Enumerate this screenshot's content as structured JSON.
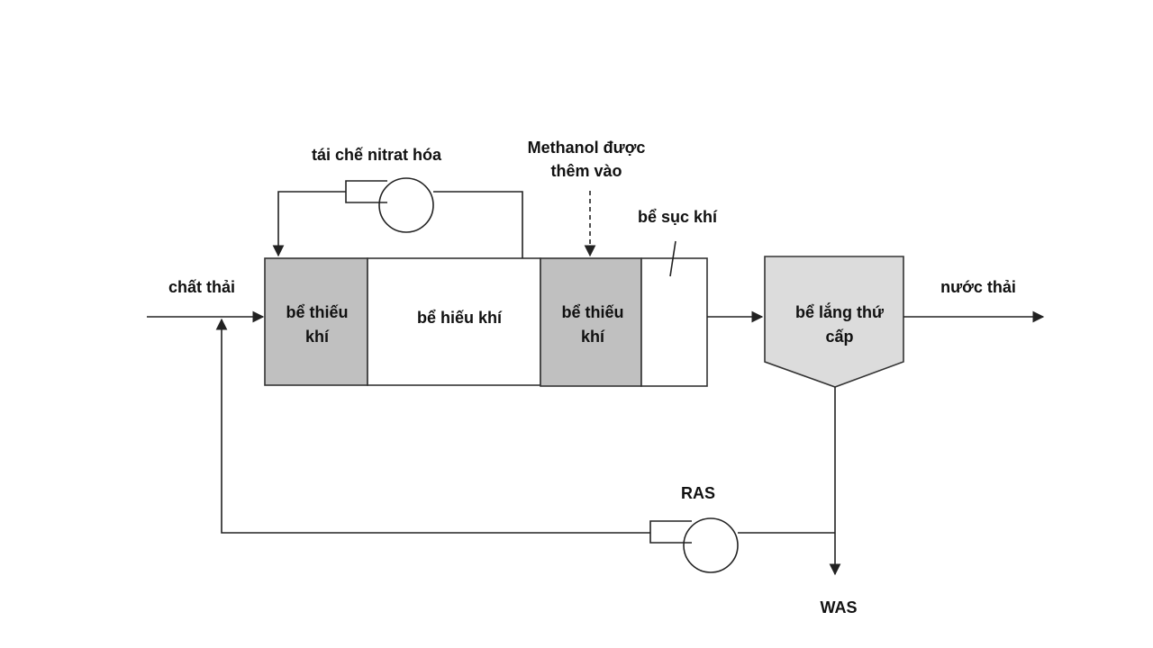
{
  "diagram": {
    "labels": {
      "influent": "chất thải",
      "effluent": "nước thải",
      "nitrate_recycle": "tái chế nitrat hóa",
      "methanol_line1": "Methanol được",
      "methanol_line2": "thêm vào",
      "aeration": "bể sục khí",
      "ras": "RAS",
      "was": "WAS"
    },
    "tanks": {
      "anoxic1": {
        "line1": "bể thiếu",
        "line2": "khí"
      },
      "aerobic": {
        "label": "bể hiếu khí"
      },
      "anoxic2": {
        "line1": "bể thiếu",
        "line2": "khí"
      },
      "clarifier": {
        "line1": "bể lắng thứ",
        "line2": "cấp"
      }
    },
    "colors": {
      "anoxic_fill": "#c0c0c0",
      "clarifier_fill": "#dcdcdc",
      "line": "#222222"
    }
  }
}
